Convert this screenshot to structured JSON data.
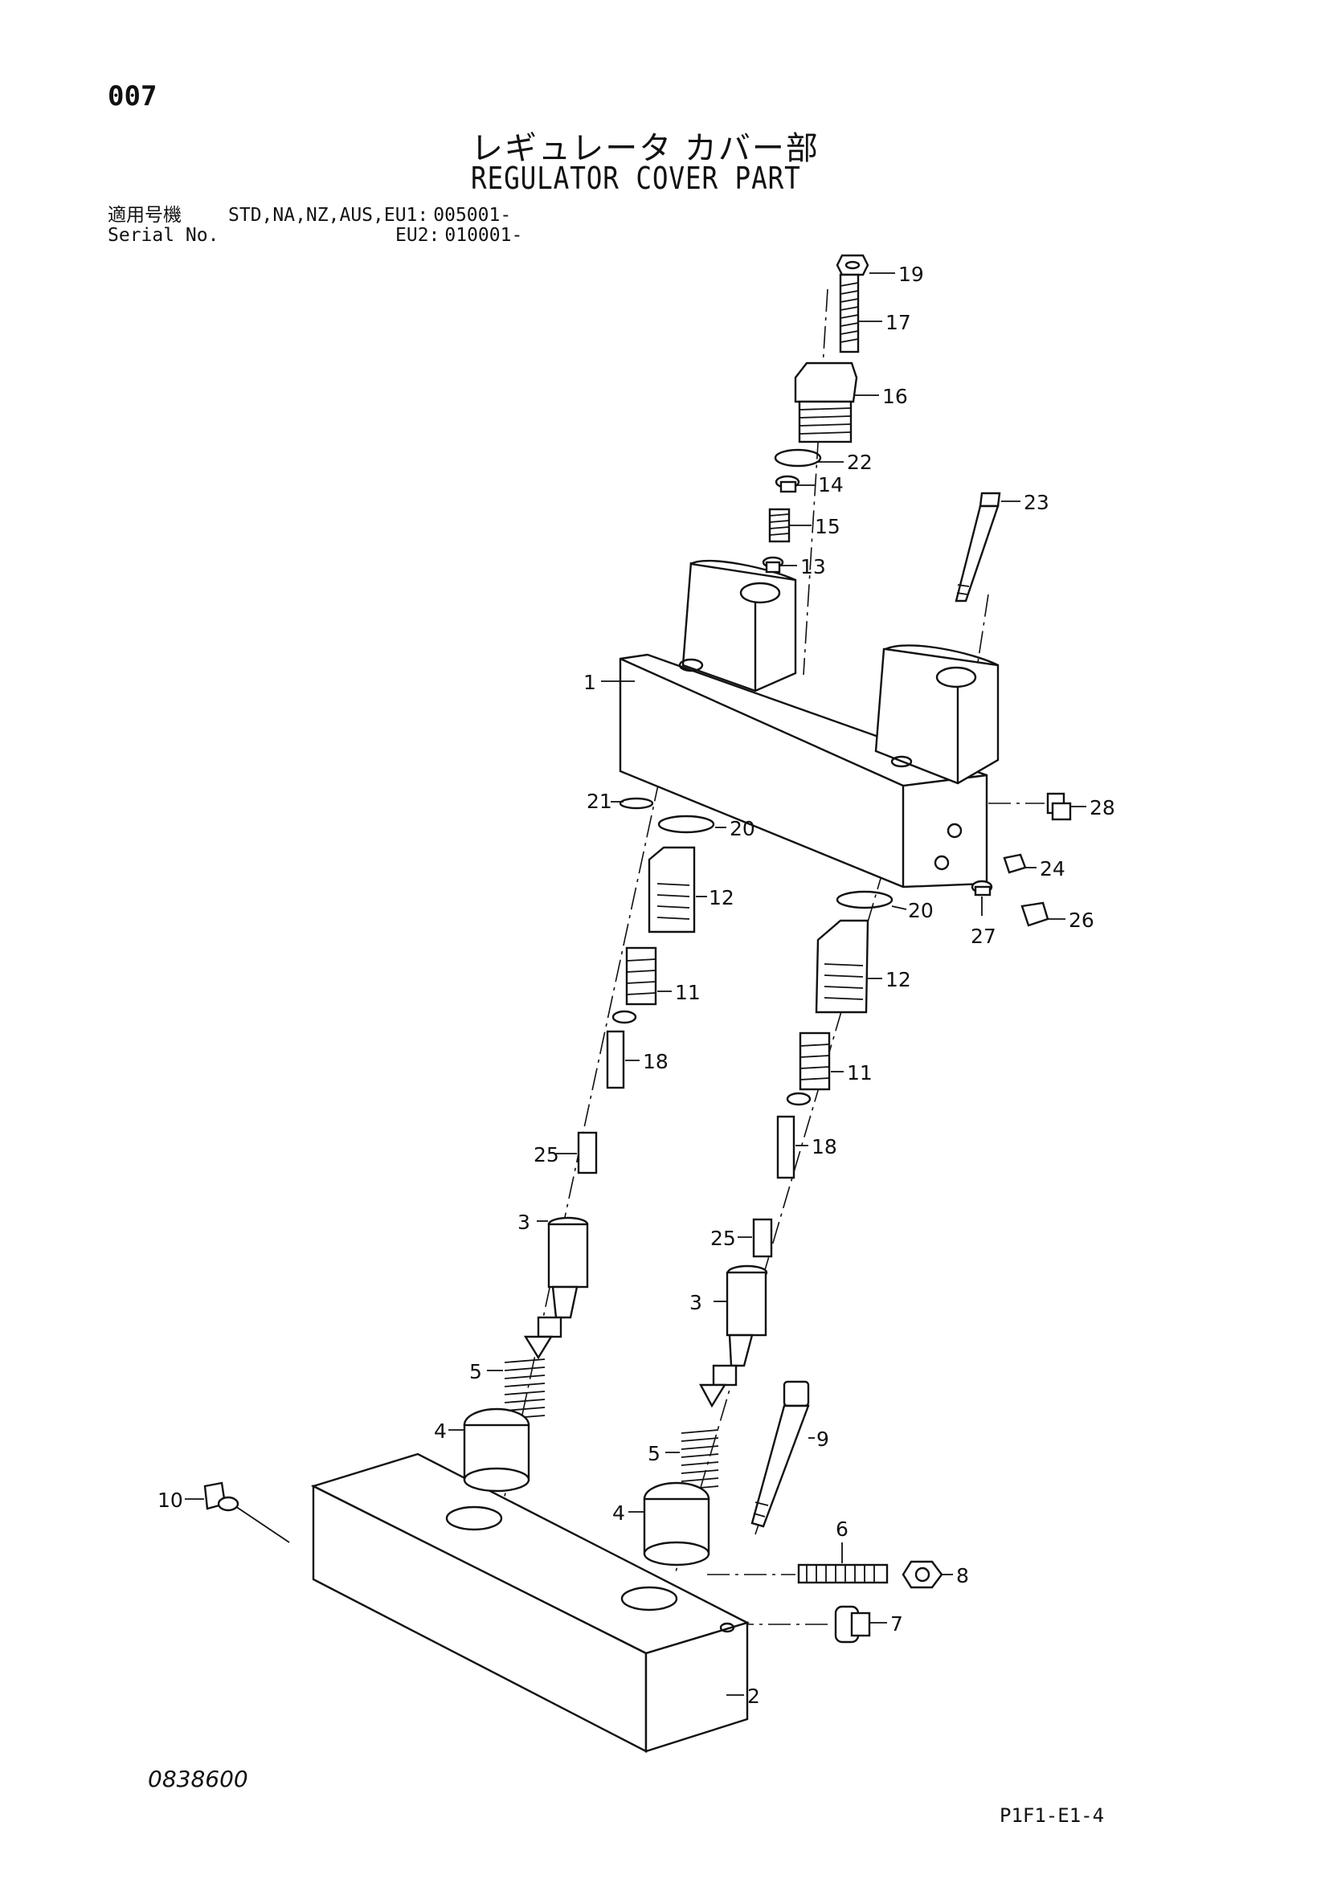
{
  "header": {
    "page_number": "007",
    "title_jp": "レギュレータ カバー部",
    "title_en": "REGULATOR COVER PART"
  },
  "serial": {
    "label_jp": "適用号機",
    "label_en": "Serial No.",
    "models": "STD,NA,NZ,AUS,EU1:",
    "models_range": "005001-",
    "eu2": "EU2:",
    "eu2_range": "010001-"
  },
  "callouts": {
    "c1": "1",
    "c2": "2",
    "c3a": "3",
    "c3b": "3",
    "c4a": "4",
    "c4b": "4",
    "c5a": "5",
    "c5b": "5",
    "c6": "6",
    "c7": "7",
    "c8": "8",
    "c9": "9",
    "c10": "10",
    "c11a": "11",
    "c11b": "11",
    "c12a": "12",
    "c12b": "12",
    "c13": "13",
    "c14": "14",
    "c15": "15",
    "c16": "16",
    "c17": "17",
    "c18a": "18",
    "c18b": "18",
    "c19": "19",
    "c20a": "20",
    "c20b": "20",
    "c21": "21",
    "c22": "22",
    "c23": "23",
    "c24": "24",
    "c25a": "25",
    "c25b": "25",
    "c26": "26",
    "c27": "27",
    "c28": "28"
  },
  "footer": {
    "doc_number": "0838600",
    "page_code": "P1F1-E1-4"
  }
}
